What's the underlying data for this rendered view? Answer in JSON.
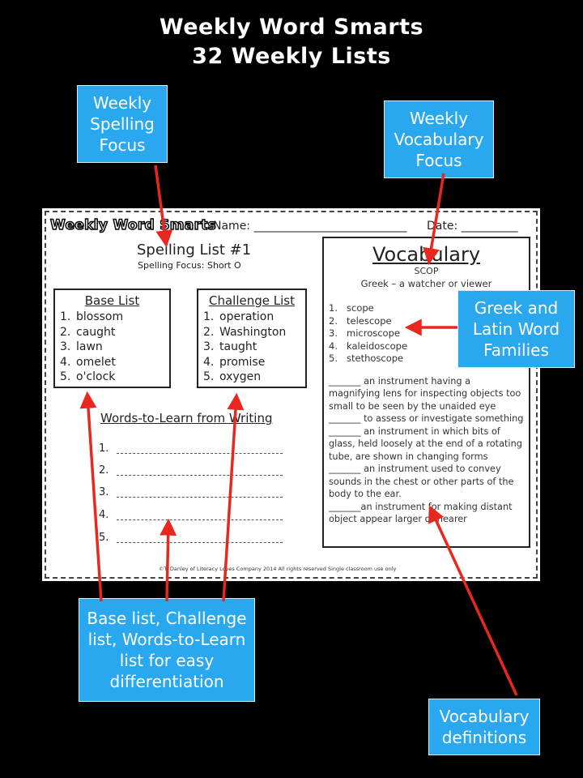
{
  "header": {
    "title_line1": "Weekly Word Smarts",
    "title_line2": "32 Weekly Lists"
  },
  "callouts": {
    "spelling_focus": "Weekly\nSpelling\nFocus",
    "vocab_focus": "Weekly\nVocabulary\nFocus",
    "greek_latin": "Greek and\nLatin Word\nFamilies",
    "differentiation": "Base list, Challenge\nlist, Words-to-Learn\nlist for easy\ndifferentiation",
    "vocab_definitions": "Vocabulary\ndefinitions"
  },
  "sheet": {
    "logo": "Weekly Word Smarts",
    "name_label": "Name: ___________________________",
    "date_label": "Date: __________",
    "spelling_title": "Spelling List #1",
    "spelling_focus": "Spelling Focus:  Short O",
    "base_list": {
      "title": "Base List",
      "items": [
        {
          "num": "1.",
          "word": "blossom"
        },
        {
          "num": "2.",
          "word": "caught"
        },
        {
          "num": "3.",
          "word": "lawn"
        },
        {
          "num": "4.",
          "word": "omelet"
        },
        {
          "num": "5.",
          "word": "o'clock"
        }
      ]
    },
    "challenge_list": {
      "title": "Challenge List",
      "items": [
        {
          "num": "1.",
          "word": "operation"
        },
        {
          "num": "2.",
          "word": "Washington"
        },
        {
          "num": "3.",
          "word": "taught"
        },
        {
          "num": "4.",
          "word": "promise"
        },
        {
          "num": "5.",
          "word": "oxygen"
        }
      ]
    },
    "words_to_learn": {
      "title": "Words-to-Learn from Writing",
      "nums": [
        "1.",
        "2.",
        "3.",
        "4.",
        "5."
      ]
    },
    "vocabulary": {
      "title": "Vocabulary",
      "root": "SCOP",
      "meaning": "Greek – a watcher or viewer",
      "items": [
        {
          "num": "1.",
          "word": "scope"
        },
        {
          "num": "2.",
          "word": "telescope"
        },
        {
          "num": "3.",
          "word": "microscope"
        },
        {
          "num": "4.",
          "word": "kaleidoscope"
        },
        {
          "num": "5.",
          "word": "stethoscope"
        }
      ],
      "definitions": [
        "_______ an instrument having a magnifying lens for inspecting objects too small to be seen by the unaided eye",
        "_______ to assess or investigate something",
        "_______ an instrument in which bits of glass, held loosely at the end of a rotating tube, are shown in changing forms",
        "_______ an instrument used to convey sounds in the chest or other parts of the body to the ear.",
        "_______an instrument for making distant object appear larger or nearer"
      ]
    },
    "copyright": "©T. Danley of Literacy Loves Company 2014  All rights reserved Single classroom use only"
  },
  "colors": {
    "callout_bg": "#29a8f0",
    "arrow": "#e8281e",
    "background": "#000000"
  }
}
